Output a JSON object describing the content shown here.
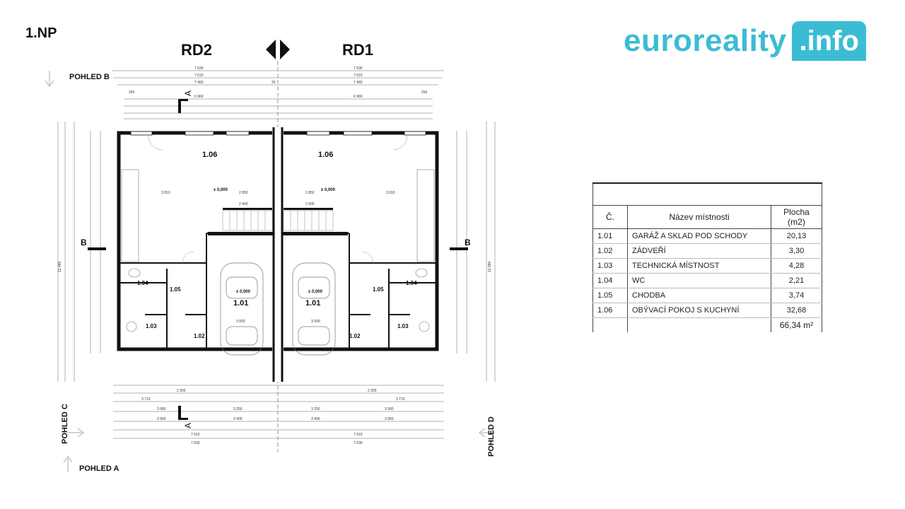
{
  "floor": "1.NP",
  "units": {
    "left": "RD2",
    "right": "RD1"
  },
  "logo": {
    "main": "euroreality",
    "box": ".info",
    "color": "#3cbcd4"
  },
  "views": {
    "b": "POHLED B",
    "c": "POHLED C",
    "d": "POHLED D",
    "a": "POHLED A"
  },
  "section_marks": {
    "a_top": "A",
    "a_bottom": "A",
    "b_left": "B",
    "b_right": "B"
  },
  "rooms_on_plan": {
    "r106": "1.06",
    "r101": "1.01",
    "r102": "1.02",
    "r103": "1.03",
    "r104": "1.04",
    "r105": "1.05"
  },
  "levels": {
    "zero": "± 0,000"
  },
  "dimensions": {
    "overall": "7 630",
    "inner": "7 610",
    "wall": "7 460",
    "d6960": "6 960",
    "d250": "250",
    "d20": "20",
    "bottom_3960": "3 960",
    "bottom_3400": "3 400",
    "bottom_3250": "3 250",
    "bottom_3710": "3 710",
    "bottom_2300": "2 300",
    "d2400": "2 400",
    "d2850": "2 850",
    "d3810": "3 810",
    "d3000": "3 000",
    "d12480": "12 480"
  },
  "table": {
    "headers": {
      "no": "Č.",
      "name": "Název místnosti",
      "area": "Plocha (m2)"
    },
    "rows": [
      {
        "no": "1.01",
        "name": "GARÁŽ A SKLAD POD SCHODY",
        "area": "20,13"
      },
      {
        "no": "1.02",
        "name": "ZÁDVEŘÍ",
        "area": "3,30"
      },
      {
        "no": "1.03",
        "name": "TECHNICKÁ MÍSTNOST",
        "area": "4,28"
      },
      {
        "no": "1.04",
        "name": "WC",
        "area": "2,21"
      },
      {
        "no": "1.05",
        "name": "CHODBA",
        "area": "3,74"
      },
      {
        "no": "1.06",
        "name": "OBÝVACÍ POKOJ S KUCHYNÍ",
        "area": "32,68"
      }
    ],
    "total": "66,34 m²"
  }
}
